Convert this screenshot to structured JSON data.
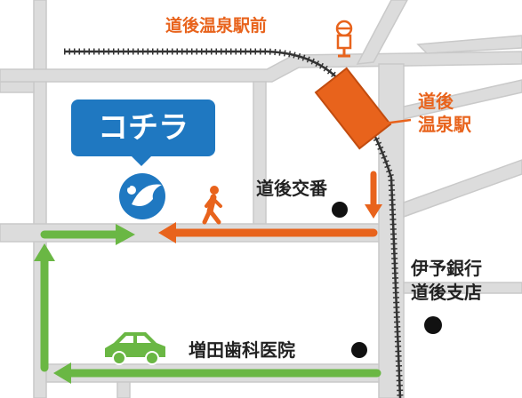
{
  "map": {
    "destination_label": "コチラ",
    "places": {
      "station_front": "道後温泉駅前",
      "station": [
        "道後",
        "温泉駅"
      ],
      "koban": "道後交番",
      "bank": [
        "伊予銀行",
        "道後支店"
      ],
      "clinic": "増田歯科医院"
    },
    "colors": {
      "walk_route": "#e8631c",
      "car_route": "#6ab744",
      "road": "#dcdcdc",
      "road_border": "#c6c6c6",
      "destination": "#1f78c1",
      "rail": "#333333"
    },
    "icons": [
      "walking-person-icon",
      "car-icon",
      "bird-flower-logo-icon",
      "station-sign-icon",
      "train-icon"
    ]
  }
}
